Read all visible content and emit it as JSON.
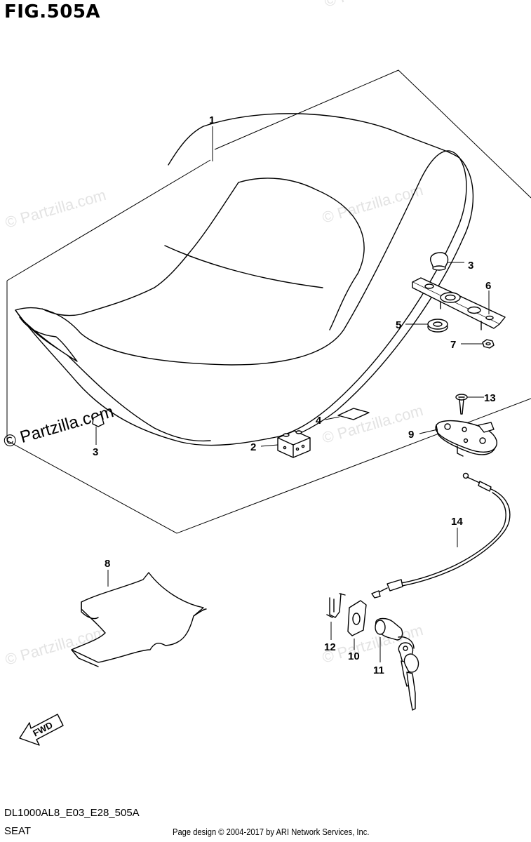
{
  "figure": {
    "title": "FIG.505A",
    "code": "DL1000AL8_E03_E28_505A",
    "section": "SEAT"
  },
  "footer": {
    "copyright": "Page design © 2004-2017 by ARI Network Services, Inc."
  },
  "watermark": {
    "text": "© Partzilla.com",
    "text_short": "© Partzilla.com",
    "color": "#e3e3e3"
  },
  "fwd": {
    "label": "FWD"
  },
  "callouts": [
    {
      "id": "1",
      "label": "1",
      "part": "seat"
    },
    {
      "id": "3a",
      "label": "3",
      "part": "cushion-top"
    },
    {
      "id": "6",
      "label": "6",
      "part": "seat-bracket"
    },
    {
      "id": "5",
      "label": "5",
      "part": "grommet"
    },
    {
      "id": "7",
      "label": "7",
      "part": "nut"
    },
    {
      "id": "13",
      "label": "13",
      "part": "screw"
    },
    {
      "id": "4",
      "label": "4",
      "part": "label-plate"
    },
    {
      "id": "2",
      "label": "2",
      "part": "connector"
    },
    {
      "id": "9",
      "label": "9",
      "part": "seat-lock"
    },
    {
      "id": "3b",
      "label": "3",
      "part": "cushion-left"
    },
    {
      "id": "14",
      "label": "14",
      "part": "cable"
    },
    {
      "id": "8",
      "label": "8",
      "part": "tray"
    },
    {
      "id": "12",
      "label": "12",
      "part": "clip"
    },
    {
      "id": "10",
      "label": "10",
      "part": "plate"
    },
    {
      "id": "11",
      "label": "11",
      "part": "key-lock"
    }
  ]
}
